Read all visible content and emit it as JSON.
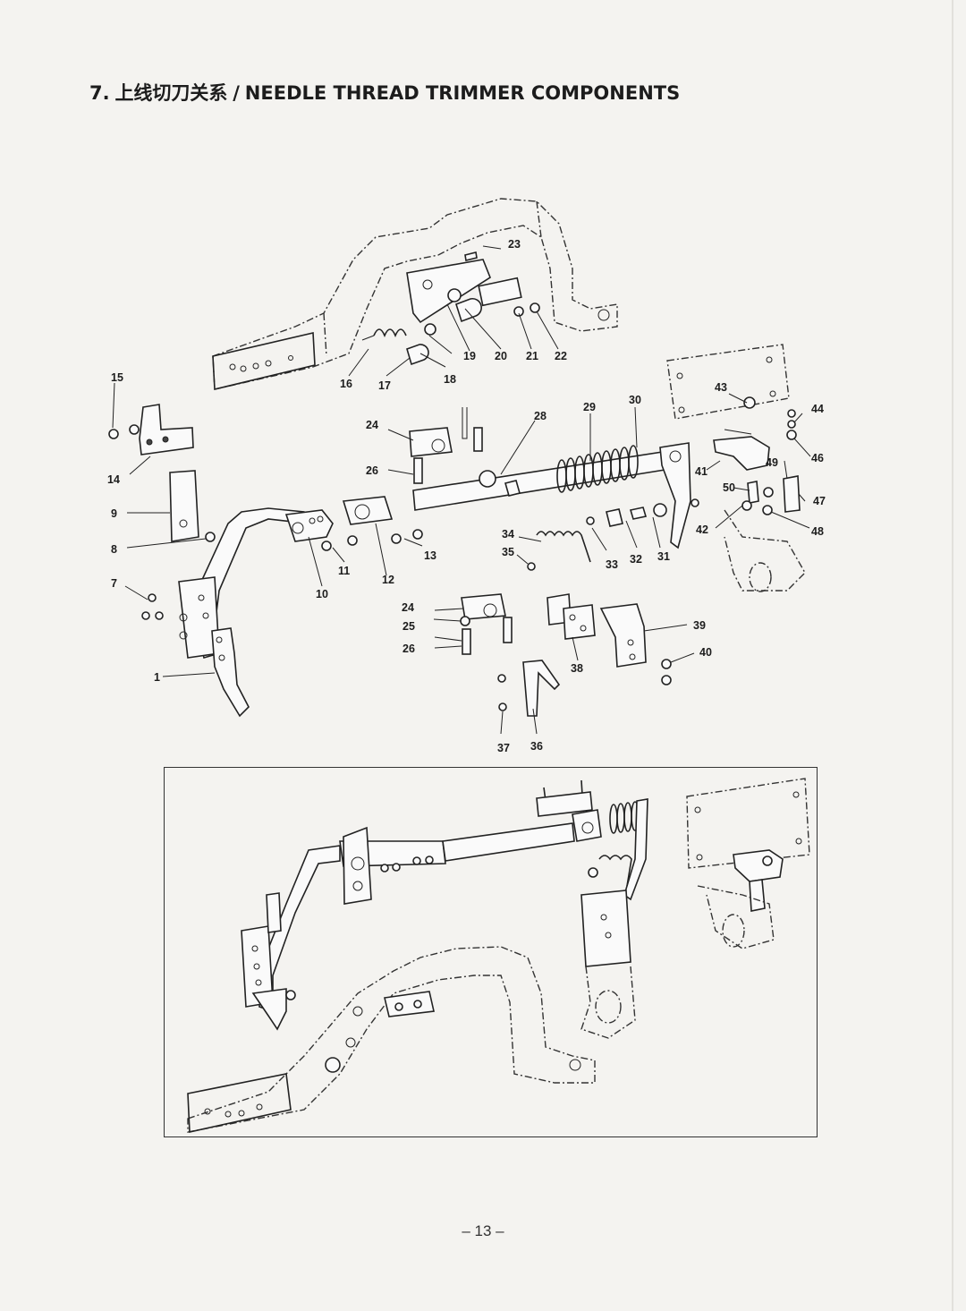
{
  "page": {
    "title_number": "7.",
    "title_chinese": "上线切刀关系",
    "title_separator": "/",
    "title_english": "NEEDLE THREAD TRIMMER COMPONENTS",
    "page_number": "– 13 –"
  },
  "callouts": {
    "c1": "1",
    "c7": "7",
    "c8": "8",
    "c9": "9",
    "c10": "10",
    "c11": "11",
    "c12": "12",
    "c13": "13",
    "c14": "14",
    "c15": "15",
    "c16": "16",
    "c17": "17",
    "c18": "18",
    "c19": "19",
    "c20": "20",
    "c21": "21",
    "c22": "22",
    "c23": "23",
    "c24a": "24",
    "c24b": "24",
    "c25": "25",
    "c26a": "26",
    "c26b": "26",
    "c28": "28",
    "c29": "29",
    "c30": "30",
    "c31": "31",
    "c32": "32",
    "c33": "33",
    "c34": "34",
    "c35": "35",
    "c36": "36",
    "c37": "37",
    "c38": "38",
    "c39": "39",
    "c40": "40",
    "c41": "41",
    "c42": "42",
    "c43": "43",
    "c44": "44",
    "c46": "46",
    "c47": "47",
    "c48": "48",
    "c49": "49",
    "c50": "50"
  }
}
